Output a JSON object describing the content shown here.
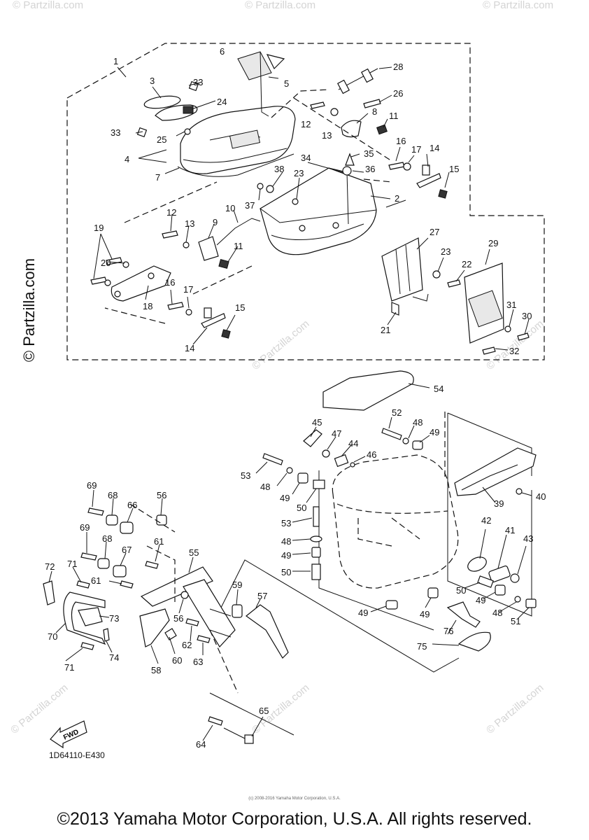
{
  "watermark": "© Partzilla.com",
  "diagram_code": "1D64110-E430",
  "fwd_label": "FWD",
  "copyright_small": "(c) 2008-2016 Yamaha Motor Corporation, U.S.A.",
  "copyright": "©2013 Yamaha Motor Corporation, U.S.A. All rights reserved.",
  "callouts": [
    "1",
    "2",
    "3",
    "4",
    "5",
    "6",
    "7",
    "8",
    "9",
    "10",
    "11",
    "11",
    "12",
    "12",
    "13",
    "13",
    "14",
    "14",
    "15",
    "15",
    "16",
    "16",
    "17",
    "17",
    "18",
    "19",
    "20",
    "21",
    "22",
    "23",
    "23",
    "24",
    "25",
    "26",
    "27",
    "28",
    "29",
    "30",
    "31",
    "32",
    "33",
    "33",
    "34",
    "35",
    "36",
    "37",
    "38",
    "39",
    "40",
    "41",
    "42",
    "43",
    "44",
    "45",
    "46",
    "47",
    "48",
    "48",
    "48",
    "48",
    "49",
    "49",
    "49",
    "49",
    "49",
    "49",
    "50",
    "50",
    "50",
    "51",
    "52",
    "53",
    "53",
    "54",
    "55",
    "56",
    "56",
    "57",
    "58",
    "59",
    "60",
    "61",
    "61",
    "62",
    "63",
    "64",
    "65",
    "66",
    "67",
    "68",
    "68",
    "69",
    "69",
    "70",
    "71",
    "71",
    "72",
    "73",
    "74",
    "75",
    "76"
  ]
}
